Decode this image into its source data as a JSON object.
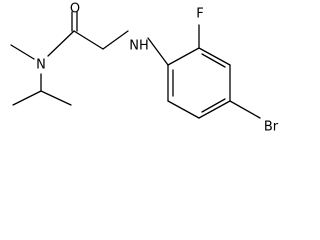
{
  "molecule": {
    "atoms": {
      "oxygen": "O",
      "amide_nitrogen": "N",
      "amine_nh": "NH",
      "fluorine": "F",
      "bromine": "Br"
    },
    "colors": {
      "bond": "#000000",
      "label": "#000000",
      "background": "#ffffff"
    }
  }
}
